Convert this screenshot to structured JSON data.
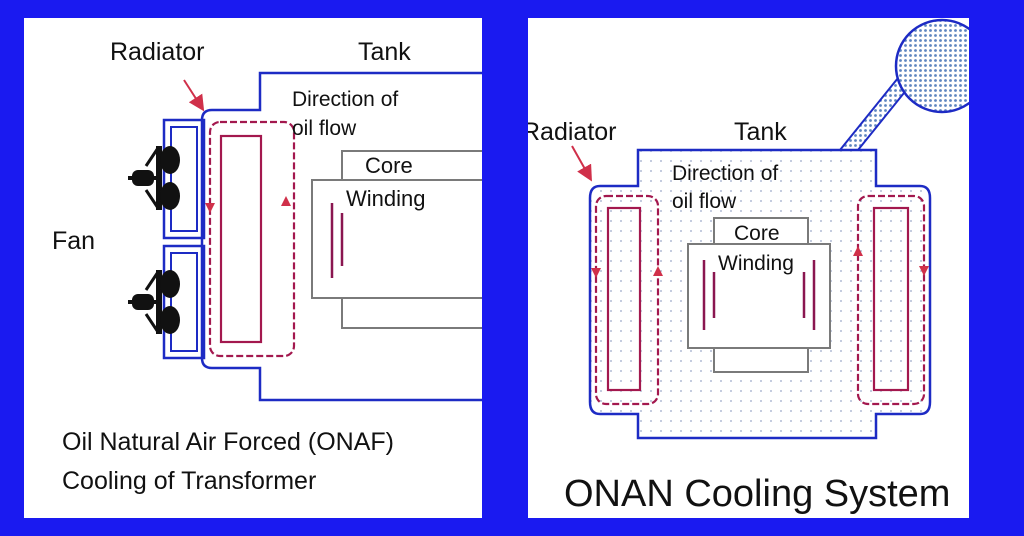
{
  "colors": {
    "background": "#1a1af0",
    "tank_outline": "#1d2bc4",
    "oil_flow": "#a3184e",
    "core_outline": "#7a7a7a",
    "winding": "#8a1650",
    "fan": "#111111",
    "arrow": "#d0304a",
    "conservator_fill": "#5f86c0"
  },
  "onaf": {
    "labels": {
      "radiator": "Radiator",
      "tank": "Tank",
      "direction": "Direction of",
      "oil_flow": "oil flow",
      "core": "Core",
      "winding": "Winding",
      "fan": "Fan"
    },
    "caption_line1": "Oil Natural Air Forced (ONAF)",
    "caption_line2": "Cooling of Transformer"
  },
  "onan": {
    "labels": {
      "radiator": "Radiator",
      "tank": "Tank",
      "direction": "Direction of",
      "oil_flow": "oil flow",
      "core": "Core",
      "winding": "Winding"
    },
    "caption": "ONAN Cooling System"
  }
}
